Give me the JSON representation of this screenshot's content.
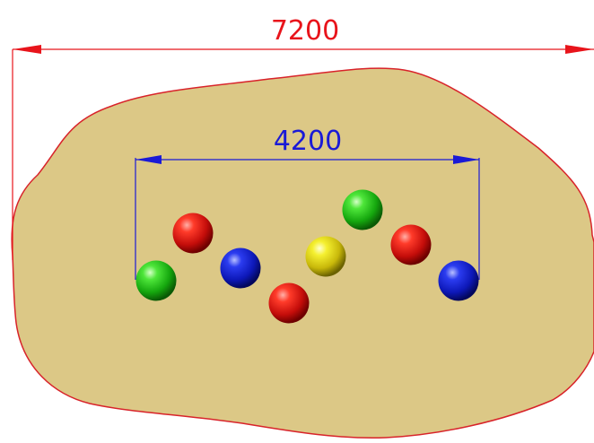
{
  "dimensions": {
    "overall": {
      "label": "7200",
      "color": "#e8141b"
    },
    "inner": {
      "label": "4200",
      "color": "#1a1ad6"
    }
  },
  "area": {
    "fill": "#dcc886",
    "outline": "#d8232a"
  },
  "balls": [
    {
      "color": "red"
    },
    {
      "color": "green"
    },
    {
      "color": "blue"
    },
    {
      "color": "red"
    },
    {
      "color": "yellow"
    },
    {
      "color": "green"
    },
    {
      "color": "red"
    },
    {
      "color": "blue"
    }
  ]
}
